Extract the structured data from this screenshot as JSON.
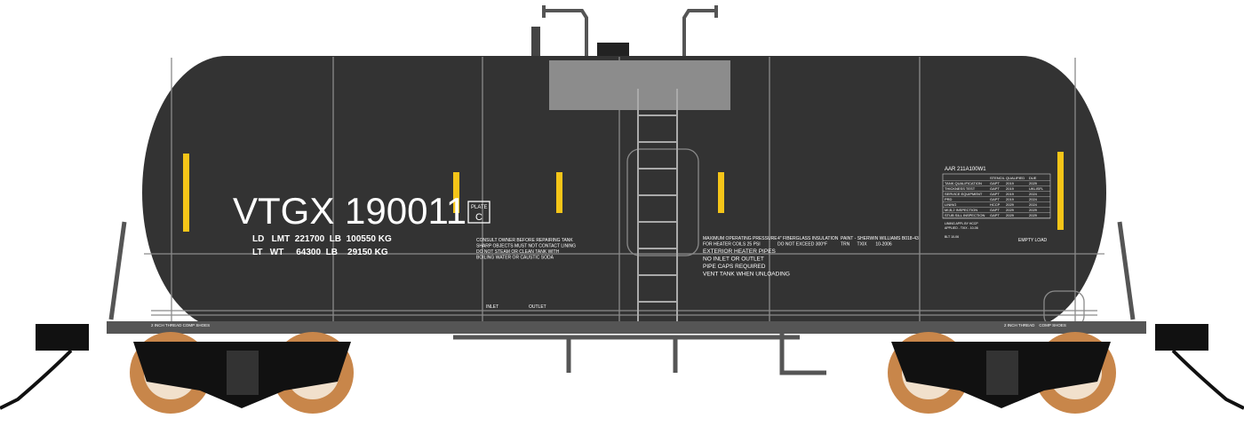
{
  "car": {
    "reporting_mark": "VTGX 190011",
    "plate_label": "PLATE",
    "plate_letter": "C",
    "ld_line": "LD   LMT  221700  LB  100550 KG",
    "lt_line": "LT   WT     64300  LB    29150 KG",
    "consult_lines": [
      "CONSULT OWNER BEFORE REPAIRING TANK",
      "SHARP OBJECTS MUST NOT CONTACT LINING",
      "DO NOT STEAM OR CLEAN TANK WITH",
      "BOILING WATER OR CAUSTIC SODA"
    ],
    "inlet": "INLET",
    "outlet": "OUTLET",
    "pressure_lines": [
      "MAXIMUM OPERATING PRESSURE",
      "FOR HEATER COILS 25 PSI"
    ],
    "heater_lines": [
      "EXTERIOR HEATER PIPES",
      "NO INLET OR OUTLET",
      "PIPE CAPS REQUIRED",
      "VENT TANK WHEN UNLOADING"
    ],
    "insulation_lines": [
      "4\" FIBERGLASS INSULATION",
      "DO NOT EXCEED 300°F"
    ],
    "paint_lines": [
      "PAINT - SHERWIN WILLIAMS  B018-43",
      "TRN      TXIX       10-2006"
    ],
    "empty_load": "EMPTY LOAD",
    "thread_left": "2 INCH THREAD COMP SHOES",
    "thread_right": "2 INCH THREAD    COMP SHOES",
    "spec": "AAR 211A100W1",
    "table_headers": [
      "",
      "STENCIL",
      "QUALIFIED",
      "DUE"
    ],
    "table_rows": [
      [
        "TANK QUALIFICATION",
        "GAPT",
        "2019",
        "2029"
      ],
      [
        "THICKNESS TEST",
        "GAPT",
        "2019",
        "UKLISFL"
      ],
      [
        "SERVICE EQUIPMENT",
        "GAPT",
        "2019",
        "2024"
      ],
      [
        "PRD",
        "GAPT",
        "2019",
        "2024"
      ],
      [
        "LINING",
        "HCCP",
        "2029",
        "2024"
      ],
      [
        "MI,B,2 INSPECTION",
        "GAPT",
        "2029",
        "2029"
      ],
      [
        "STUB SILL INSPECTION",
        "GAPT",
        "2029",
        "2029"
      ]
    ],
    "lining_note": [
      "LINING APPL BY HCCP",
      "APPLIED - TXIX - 10-06"
    ],
    "blt_note": "BLT 10-06"
  },
  "colors": {
    "tank": "#333333",
    "lines": "#8a8a8a",
    "stripe": "#f5c518",
    "dome": "#8c8c8c",
    "wheel": "#c8864a",
    "truck": "#111111"
  }
}
